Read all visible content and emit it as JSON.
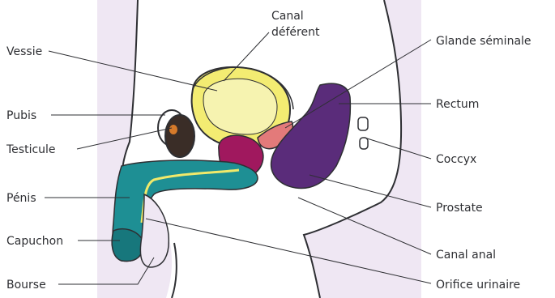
{
  "labels": {
    "canal_deferent_line1": "Canal",
    "canal_deferent_line2": "déférent",
    "vessie": "Vessie",
    "glande_seminale": "Glande séminale",
    "pubis": "Pubis",
    "rectum": "Rectum",
    "testicule": "Testicule",
    "coccyx": "Coccyx",
    "penis": "Pénis",
    "prostate": "Prostate",
    "capuchon": "Capuchon",
    "canal_anal": "Canal anal",
    "bourse": "Bourse",
    "orifice_urinaire": "Orifice urinaire"
  },
  "colors": {
    "body": "#efe7f3",
    "outline": "#2e2f33",
    "bladder": "#f3ec72",
    "penis": "#1e8f94",
    "rectum": "#5a2c7a",
    "prostate": "#a0185e",
    "seminal": "#e37a7a",
    "urethra": "#f1e96a"
  }
}
